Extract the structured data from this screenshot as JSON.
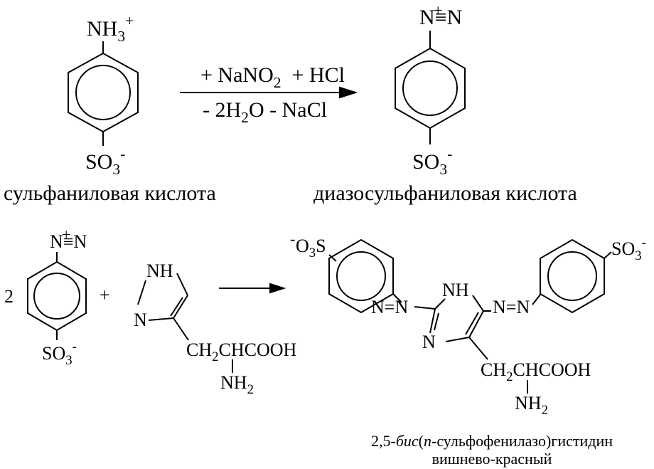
{
  "reaction1": {
    "reactant": {
      "top_group": "NH",
      "top_sub": "3",
      "top_sup": "+",
      "bottom_group": "SO",
      "bottom_sub": "3",
      "bottom_sup": "-",
      "name": "сульфаниловая кислота"
    },
    "reagents_above": {
      "p1": "+ NaNO",
      "p1_sub": "2",
      "p2": "  + HCl"
    },
    "reagents_below": {
      "p1": "- 2H",
      "p1_sub": "2",
      "p2": "O - NaCl"
    },
    "product": {
      "top_group_n1": "N",
      "top_group_charge": "+",
      "top_group_bond": "≡",
      "top_group_n2": "N",
      "bottom_group": "SO",
      "bottom_sub": "3",
      "bottom_sup": "-",
      "name": "диазосульфаниловая кислота"
    }
  },
  "reaction2": {
    "coefficient": "2",
    "plus": "+",
    "diazo": {
      "n1": "N",
      "charge": "+",
      "bond": "≡",
      "n2": "N",
      "bottom_group": "SO",
      "bottom_sub": "3",
      "bottom_sup": "-"
    },
    "histidine": {
      "nh": "NH",
      "n": "N",
      "side_chain_a": "CH",
      "side_chain_sub": "2",
      "side_chain_b": "CHCOOH",
      "amine": "NH",
      "amine_sub": "2"
    },
    "product": {
      "left_group_sup": "-",
      "left_group_a": "O",
      "left_group_sub": "3",
      "left_group_b": "S",
      "right_group_a": "SO",
      "right_group_sub": "3",
      "right_group_sup": "-",
      "azo_left": "N=N",
      "azo_right": "N=N",
      "nh": "NH",
      "n": "N",
      "side_chain_a": "CH",
      "side_chain_sub": "2",
      "side_chain_b": "CHCOOH",
      "amine": "NH",
      "amine_sub": "2",
      "caption_a": "2,5-",
      "caption_italic_1": "бис",
      "caption_b": "(",
      "caption_italic_2": "п",
      "caption_c": "-сульфофенилазо)гистидин",
      "caption_line2": "вишнево-красный"
    }
  }
}
